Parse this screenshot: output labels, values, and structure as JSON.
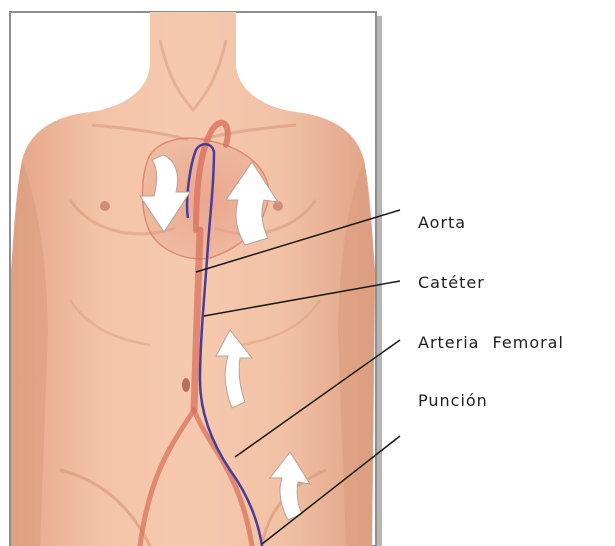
{
  "diagram": {
    "labels": {
      "aorta": "Aorta",
      "cateter": "Catéter",
      "arteria_femoral": "Arteria Femoral",
      "puncion": "Punción"
    },
    "colors": {
      "background": "#ffffff",
      "skin": "#f2bea2",
      "skin_shadow": "#d99a7c",
      "heart": "#e4917b",
      "artery": "#d8735e",
      "catheter": "#4b3c97",
      "arrow_fill": "#ffffff",
      "leader_line": "#1a1a1a",
      "frame_border": "#8e8e8e"
    }
  }
}
